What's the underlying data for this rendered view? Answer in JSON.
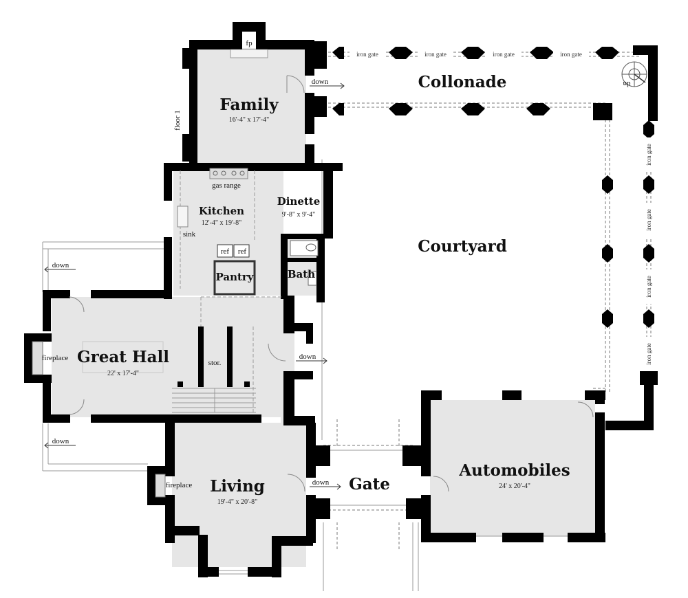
{
  "rooms": {
    "family": {
      "name": "Family",
      "dims": "16'-4\" x 17'-4\""
    },
    "kitchen": {
      "name": "Kitchen",
      "dims": "12'-4\" x 19'-8\""
    },
    "dinette": {
      "name": "Dinette",
      "dims": "9'-8\" x 9'-4\""
    },
    "pantry": {
      "name": "Pantry"
    },
    "bath": {
      "name": "Bath"
    },
    "great_hall": {
      "name": "Great Hall",
      "dims": "22' x 17'-4\""
    },
    "living": {
      "name": "Living",
      "dims": "19'-4\" x 20'-8\""
    },
    "automobiles": {
      "name": "Automobiles",
      "dims": "24' x 20'-4\""
    },
    "courtyard": {
      "name": "Courtyard"
    },
    "collonade": {
      "name": "Collonade"
    },
    "gate": {
      "name": "Gate"
    }
  },
  "labels": {
    "fp": "fp",
    "floor": "floor 1",
    "gas_range": "gas range",
    "sink": "sink",
    "ref": "ref",
    "stor": "stor.",
    "fireplace": "fireplace",
    "down": "down",
    "up": "up",
    "iron_gate": "iron gate"
  }
}
